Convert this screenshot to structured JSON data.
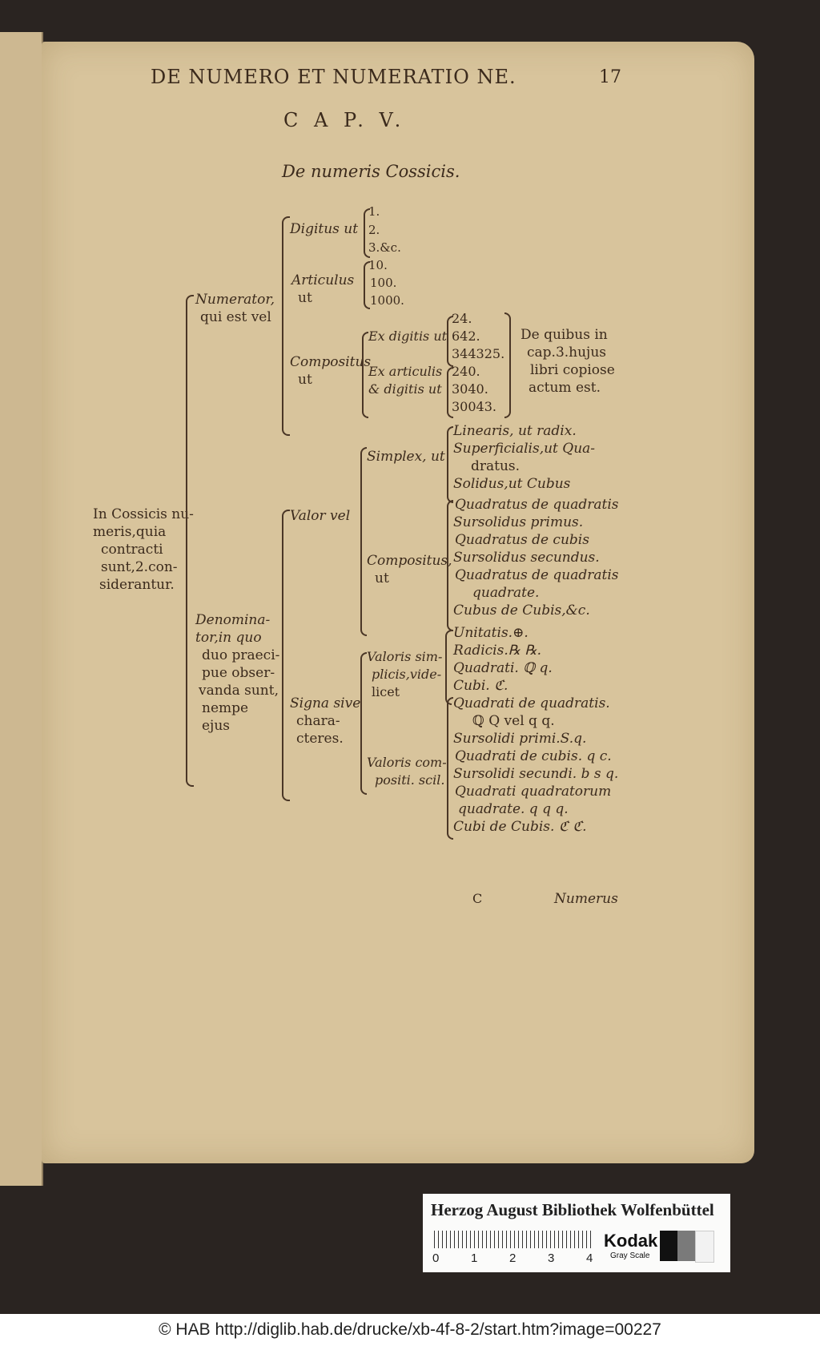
{
  "header": {
    "running_title": "DE NUMERO ET NUMERATIO NE.",
    "page_number": "17",
    "chapter": "C A P. V.",
    "section_title": "De numeris Cossicis."
  },
  "root": [
    "In Cossicis nu-",
    "meris,quia",
    "contracti",
    "sunt,2.con-",
    "siderantur."
  ],
  "numerator": {
    "label": [
      "Numerator,",
      "qui est vel"
    ],
    "digitus": {
      "label": "Digitus ut",
      "values": [
        "1.",
        "2.",
        "3.&c."
      ]
    },
    "articulus": {
      "label": [
        "Articulus",
        "ut"
      ],
      "values": [
        "10.",
        "100.",
        "1000."
      ]
    },
    "compositus": {
      "label": [
        "Compositus",
        "ut"
      ],
      "ex_digitis": {
        "label": "Ex digitis ut",
        "values": [
          "24.",
          "642.",
          "344325."
        ]
      },
      "ex_articulis": {
        "label": [
          "Ex articulis",
          "& digitis ut"
        ],
        "values": [
          "240.",
          "3040.",
          "30043."
        ]
      },
      "note": [
        "De quibus in",
        "cap.3.hujus",
        "libri copiose",
        "actum est."
      ]
    }
  },
  "denominator": {
    "label": [
      "Denomina-",
      "tor,in quo",
      "duo praeci-",
      "pue obser-",
      "vanda sunt,",
      "nempe",
      "ejus"
    ],
    "valor": {
      "label": "Valor vel",
      "simplex": {
        "label": "Simplex, ut",
        "items": [
          "Linearis, ut radix.",
          "Superficialis,ut Qua-",
          "dratus.",
          "Solidus,ut Cubus"
        ]
      },
      "compositus": {
        "label": [
          "Compositus,",
          "ut"
        ],
        "items": [
          "Quadratus de quadratis",
          "Sursolidus primus.",
          "Quadratus de cubis",
          "Sursolidus secundus.",
          "Quadratus de quadratis",
          "quadrate.",
          "Cubus de Cubis,&c."
        ]
      }
    },
    "signa": {
      "label": [
        "Signa sive",
        "chara-",
        "cteres."
      ],
      "simplicis": {
        "label": [
          "Valoris sim-",
          "plicis,vide-",
          "licet"
        ],
        "items": [
          "Unitatis.⊕.",
          "Radicis.℞ ℞.",
          "Quadrati. ℚ q.",
          "Cubi. ℭ."
        ]
      },
      "compositi": {
        "label": [
          "Valoris com-",
          "positi. scil."
        ],
        "items": [
          "Quadrati de quadratis.",
          "ℚ Q vel q q.",
          "Sursolidi primi.S.q.",
          "Quadrati de cubis. q c.",
          "Sursolidi secundi. b s q.",
          "Quadrati quadratorum",
          "quadrate. q q q.",
          "Cubi de Cubis. ℭ ℭ."
        ]
      }
    }
  },
  "catchword": {
    "signature": "C",
    "word": "Numerus"
  },
  "card": {
    "title": "Herzog August Bibliothek Wolfenbüttel",
    "brand": "Kodak",
    "sub": "Gray Scale",
    "scale": [
      "0",
      "1",
      "2",
      "3",
      "4"
    ]
  },
  "footer": "© HAB http://diglib.hab.de/drucke/xb-4f-8-2/start.htm?image=00227"
}
